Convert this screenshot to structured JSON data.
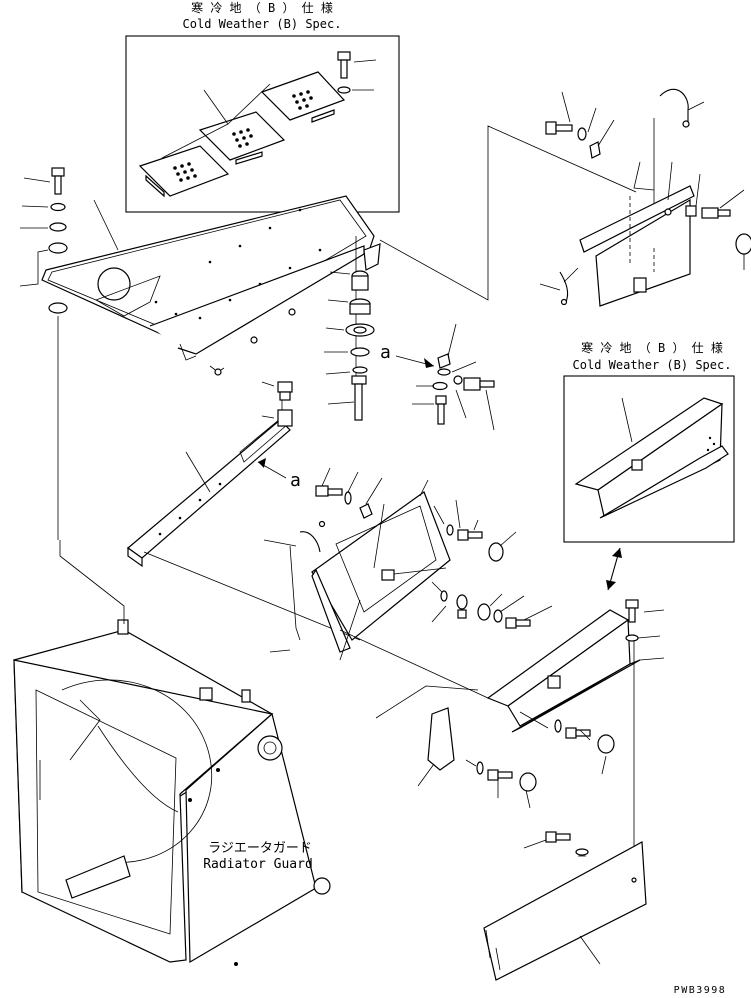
{
  "callouts": {
    "cold_weather_top_jp": "寒 冷 地 （ B ） 仕 様",
    "cold_weather_top_en": "Cold Weather (B) Spec.",
    "cold_weather_right_jp": "寒 冷 地 （ B ） 仕 様",
    "cold_weather_right_en": "Cold Weather (B) Spec.",
    "radiator_guard_jp": "ラジエータガード",
    "radiator_guard_en": "Radiator Guard",
    "ref_a_upper": "a",
    "ref_a_lower": "a"
  },
  "drawing_code": "PWB3998"
}
